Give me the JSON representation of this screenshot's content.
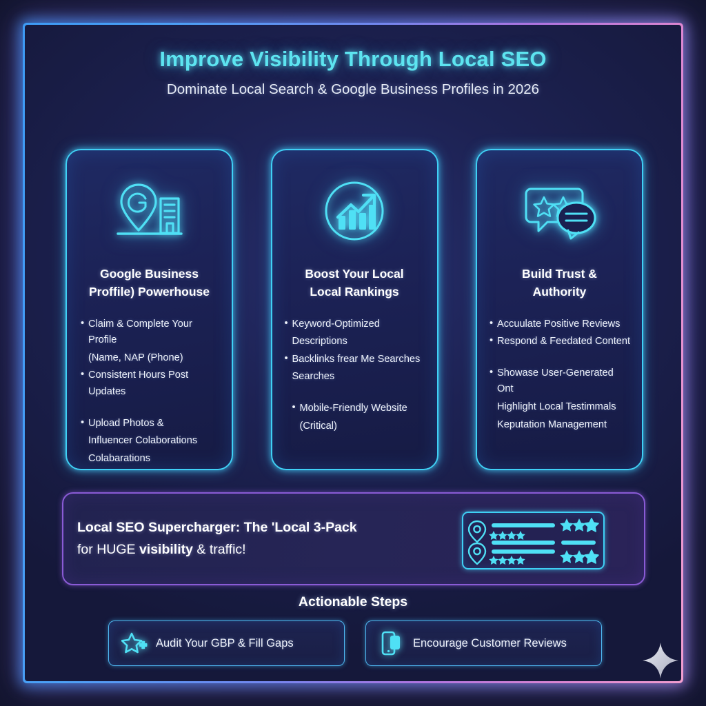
{
  "header": {
    "title": "Improve Visibility Through Local SEO",
    "subtitle": "Dominate Local Search & Google Business Profiles in 2026",
    "title_color": "#5de4f0"
  },
  "theme": {
    "background": "#1b1f4d",
    "card_border": "#3fd0f5",
    "banner_border": "#8a5bd6",
    "frame_gradient_start": "#3d9bf5",
    "frame_gradient_end": "#f7a8cf",
    "text_primary": "#ffffff",
    "text_body": "#eef2fa"
  },
  "cards": [
    {
      "icon": "map-pin-google-building-icon",
      "title_line1": "Google Business",
      "title_line2": "Proffile) Powerhouse",
      "bullets": [
        {
          "text": "Claim & Complete Your Profile",
          "style": "bullet"
        },
        {
          "text": "(Name, NAP (Phone)",
          "style": "continuation"
        },
        {
          "text": "Consistent Hours Post Updates",
          "style": "bullet"
        },
        {
          "text": "Upload Photos &",
          "style": "bullet-gap"
        },
        {
          "text": "Influencer Colaborations",
          "style": "continuation"
        },
        {
          "text": "Colabarations",
          "style": "continuation"
        }
      ]
    },
    {
      "icon": "bar-chart-growth-circle-icon",
      "title_line1": "Boost Your Local",
      "title_line2": "Local Rankings",
      "bullets": [
        {
          "text": "Keyword-Optimized",
          "style": "bullet"
        },
        {
          "text": "Descriptions",
          "style": "continuation"
        },
        {
          "text": "Backlinks frear Me Searches",
          "style": "bullet"
        },
        {
          "text": "Searches",
          "style": "continuation"
        },
        {
          "text": "Mobile-Friendly Website",
          "style": "bullet-gap-indent"
        },
        {
          "text": "(Critical)",
          "style": "continuation-indent"
        }
      ]
    },
    {
      "icon": "speech-bubbles-stars-icon",
      "title_line1": "Build Trust &",
      "title_line2": "Authority",
      "bullets": [
        {
          "text": "Accuulate Positive Reviews",
          "style": "bullet"
        },
        {
          "text": "Respond & Feedated Content",
          "style": "bullet"
        },
        {
          "text": "Showase User-Generated Ont",
          "style": "bullet-gap"
        },
        {
          "text": "Highlight Local Testimmals",
          "style": "continuation"
        },
        {
          "text": "Keputation Management",
          "style": "continuation"
        }
      ]
    }
  ],
  "banner": {
    "line1_bold_a": "Local SEO Supercharger: The ",
    "line1_quote": "'Local 3-Pack",
    "line2_reg": "for ",
    "line2_huge": "HUGE ",
    "line2_bold": "visibility",
    "line2_tail": " & traffic!",
    "full_text": "Local SEO Supercharger: The 'Local 3-Pack for HUGE visibility & traffic!",
    "widget": {
      "icon": "local-pack-result-mockup-icon",
      "rows": [
        {
          "pin": "map-pin-icon",
          "stars_small": 4,
          "stars_rating": "4 stars (3 filled, 1 outline)"
        },
        {
          "pin": "map-pin-icon",
          "stars_small": 4,
          "stars_rating": "4 stars (3 filled, 1 outline)"
        }
      ]
    }
  },
  "steps": {
    "heading": "Actionable Steps",
    "buttons": [
      {
        "icon": "star-plus-icon",
        "label": "Audit Your GBP & Fill Gaps"
      },
      {
        "icon": "mobile-phone-icon",
        "label": "Encourage Customer Reviews"
      }
    ]
  },
  "decor": {
    "sparkle": "four-point-sparkle-icon"
  }
}
